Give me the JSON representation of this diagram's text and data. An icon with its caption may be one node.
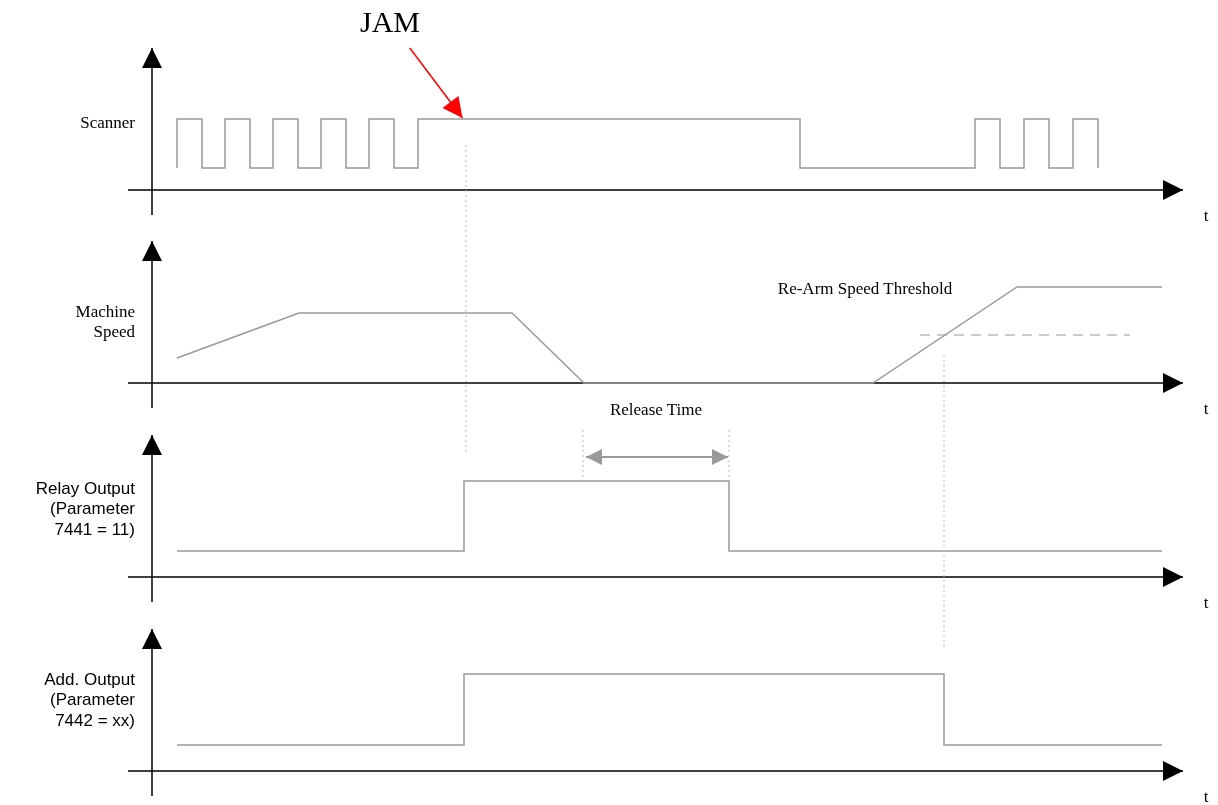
{
  "diagram": {
    "nodes": [
      {
        "text": [
          "JAM"
        ]
      },
      {
        "text": [],
        "shape": "picture"
      }
    ],
    "edges": [
      {
        "from": 0,
        "to": 1,
        "arrow": "to",
        "color": "#ff0000"
      }
    ],
    "labels": [
      "Scanner",
      "t",
      "Re-Arm Speed Threshold",
      "Machine Speed",
      "t",
      "Release Time",
      "Relay Output (Parameter 7441 = 11)",
      "t",
      "Add. Output (Parameter 7442 = xx)",
      "t"
    ]
  }
}
